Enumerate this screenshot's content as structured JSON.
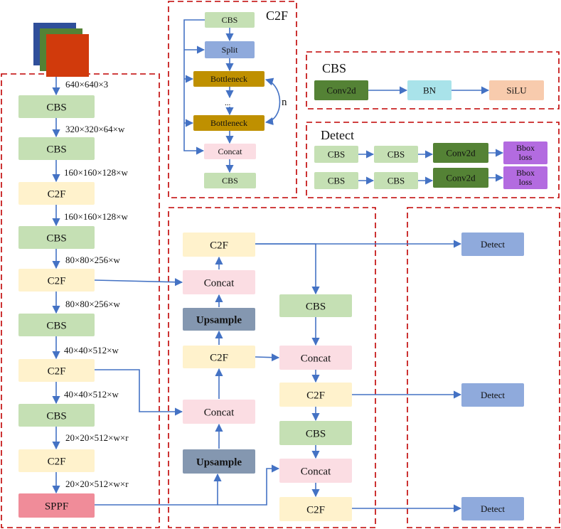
{
  "panels": {
    "c2f_title": "C2F",
    "cbs_title": "CBS",
    "detect_title": "Detect"
  },
  "backbone": {
    "dims": [
      "640×640×3",
      "320×320×64×w",
      "160×160×128×w",
      "160×160×128×w",
      "80×80×256×w",
      "80×80×256×w",
      "40×40×512×w",
      "40×40×512×w",
      "20×20×512×w×r",
      "20×20×512×w×r"
    ],
    "blocks": [
      "CBS",
      "CBS",
      "C2F",
      "CBS",
      "C2F",
      "CBS",
      "C2F",
      "CBS",
      "C2F",
      "SPPF"
    ]
  },
  "c2f_module": {
    "blocks": [
      "CBS",
      "Split",
      "Bottleneck",
      "Bottleneck",
      "Concat",
      "CBS"
    ],
    "ellipsis": "...",
    "repeat": "n"
  },
  "cbs_module": {
    "blocks": [
      "Conv2d",
      "BN",
      "SiLU"
    ]
  },
  "detect_module": {
    "row1": [
      "CBS",
      "CBS",
      "Conv2d",
      "Bbox loss"
    ],
    "row2": [
      "CBS",
      "CBS",
      "Conv2d",
      "Bbox loss"
    ]
  },
  "neck": {
    "blocks": [
      "C2F",
      "Concat",
      "Upsample",
      "C2F",
      "Concat",
      "Upsample"
    ]
  },
  "pan": {
    "blocks": [
      "CBS",
      "Concat",
      "C2F",
      "CBS",
      "Concat",
      "C2F"
    ]
  },
  "heads": [
    "Detect",
    "Detect",
    "Detect"
  ],
  "colors": {
    "cbs": "#c5e0b4",
    "c2f": "#fff2cc",
    "concat": "#fbdde3",
    "upsample": "#8497b0",
    "sppf": "#f08c99",
    "detect": "#8faadc",
    "split": "#8faadc",
    "bottleneck": "#bf9000",
    "conv2d": "#548235",
    "bn": "#a9e3ea",
    "silu": "#f8cbad",
    "bbox": "#b36be0",
    "arrow": "#4472c4",
    "dash": "#c00000"
  }
}
